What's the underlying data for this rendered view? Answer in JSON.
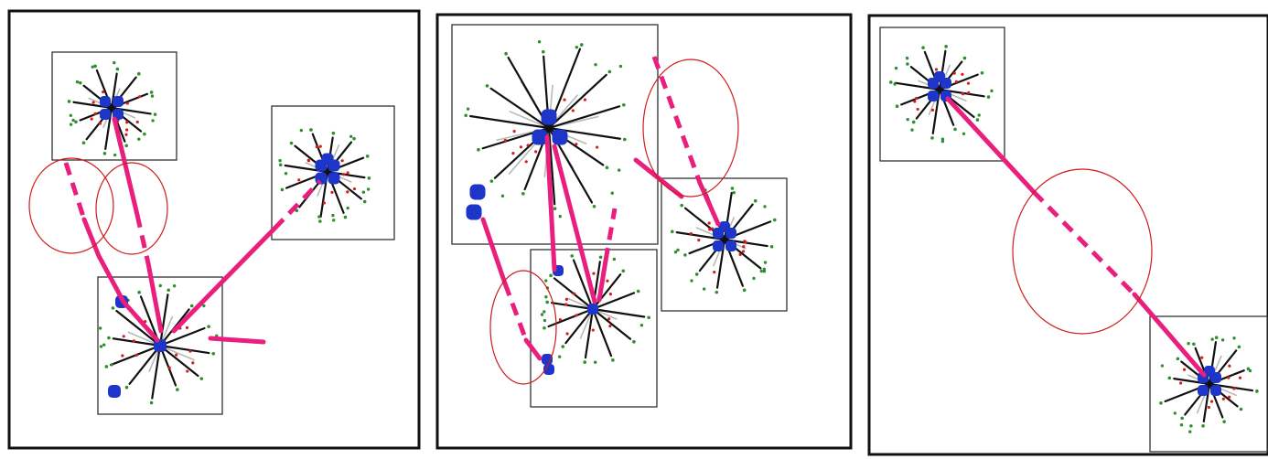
{
  "colors": {
    "frame": "#111111",
    "blob": "#1d35c9",
    "link": "#e91e7d",
    "circle": "#d01a1a",
    "dot_red": "#d81b1b",
    "dot_green": "#2d8f2d"
  },
  "panels": [
    {
      "id": "left",
      "clusters": [
        "top-left",
        "right",
        "bottom"
      ],
      "solid_links": 4,
      "dashed_links": 3,
      "circled_gaps": 2
    },
    {
      "id": "middle",
      "clusters": [
        "top-left",
        "bottom",
        "right"
      ],
      "solid_links": 5,
      "dashed_links": 3,
      "circled_gaps": 2
    },
    {
      "id": "right",
      "clusters": [
        "top-left",
        "bottom-right"
      ],
      "solid_links": 2,
      "dashed_links": 1,
      "circled_gaps": 1
    }
  ]
}
